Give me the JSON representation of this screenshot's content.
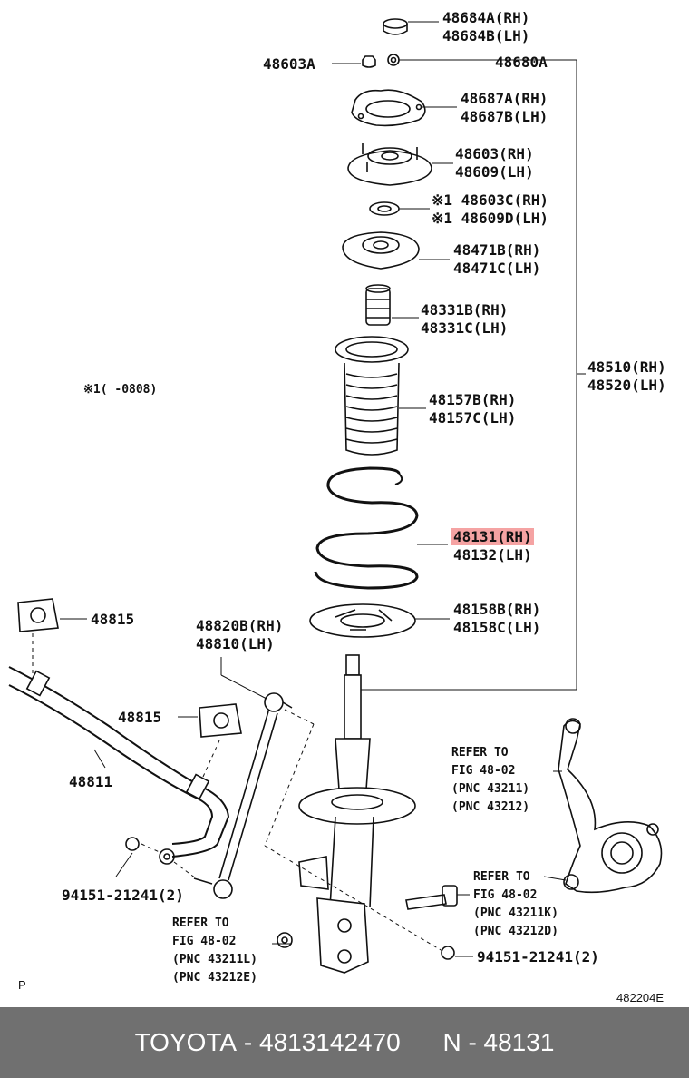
{
  "parts": {
    "p48684": [
      "48684A(RH)",
      "48684B(LH)"
    ],
    "p48603A": "48603A",
    "p48680A": "48680A",
    "p48687": [
      "48687A(RH)",
      "48687B(LH)"
    ],
    "p48603": [
      "48603(RH)",
      "48609(LH)"
    ],
    "p48603C": [
      "※1 48603C(RH)",
      "※1 48609D(LH)"
    ],
    "p48471": [
      "48471B(RH)",
      "48471C(LH)"
    ],
    "p48331": [
      "48331B(RH)",
      "48331C(LH)"
    ],
    "p48510": [
      "48510(RH)",
      "48520(LH)"
    ],
    "p48157": [
      "48157B(RH)",
      "48157C(LH)"
    ],
    "p48131": [
      "48131(RH)",
      "48132(LH)"
    ],
    "p48815a": "48815",
    "p48158": [
      "48158B(RH)",
      "48158C(LH)"
    ],
    "p48820": [
      "48820B(RH)",
      "48810(LH)"
    ],
    "p48815b": "48815",
    "p48811": "48811",
    "p94151a": "94151-21241(2)",
    "p94151b": "94151-21241(2)"
  },
  "note": "※1(  -0808)",
  "refs": {
    "ref1": [
      "REFER TO",
      "FIG 48-02",
      "(PNC 43211)",
      "(PNC 43212)"
    ],
    "ref2": [
      "REFER TO",
      "FIG 48-02",
      "(PNC 43211K)",
      "(PNC 43212D)"
    ],
    "ref3": [
      "REFER TO",
      "FIG 48-02",
      "(PNC 43211L)",
      "(PNC 43212E)"
    ]
  },
  "corner_left": "P",
  "corner_right": "482204E",
  "footer": {
    "brand": "TOYOTA",
    "part_number": "4813142470",
    "pnc": "N - 48131",
    "separator": " - "
  },
  "highlight_color": "#f5a3a3"
}
